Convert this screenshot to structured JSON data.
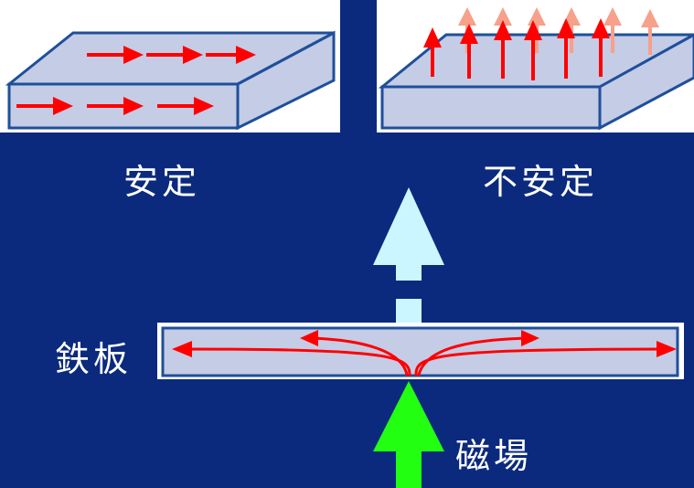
{
  "labels": {
    "stable": "安定",
    "unstable": "不安定",
    "iron_plate": "鉄板",
    "magnetic_field": "磁場"
  },
  "colors": {
    "background": "#0b2a7e",
    "plate_fill": "#c4cce6",
    "plate_edge": "#1f4f9a",
    "arrow_red": "#ff0000",
    "arrow_faded": "#f7a08a",
    "field_arrow": "#22ff11",
    "up_arrow": "#ccf6ff"
  }
}
